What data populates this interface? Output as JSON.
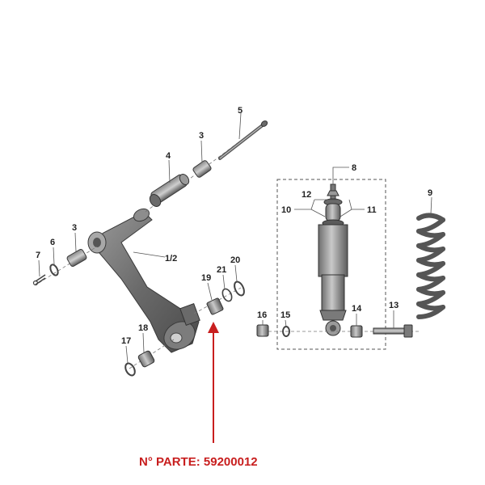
{
  "colors": {
    "part_dark": "#4a4a4a",
    "part_mid": "#7a7a7a",
    "part_light": "#b5b5b5",
    "line": "#555555",
    "highlight": "#c81e1e"
  },
  "callouts": {
    "c1_2": "1/2",
    "c3a": "3",
    "c3b": "3",
    "c4": "4",
    "c5": "5",
    "c6": "6",
    "c7": "7",
    "c8": "8",
    "c9": "9",
    "c10": "10",
    "c11": "11",
    "c12": "12",
    "c13": "13",
    "c14": "14",
    "c15": "15",
    "c16": "16",
    "c17": "17",
    "c18": "18",
    "c19": "19",
    "c20": "20",
    "c21": "21"
  },
  "part_number": {
    "label": "N° PARTE: 59200012"
  }
}
